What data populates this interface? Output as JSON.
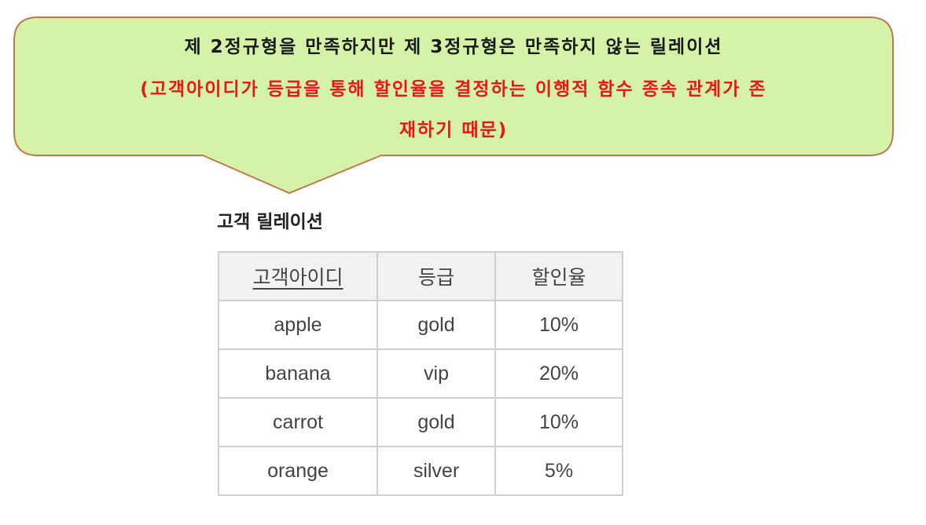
{
  "callout": {
    "line1": "제 2정규형을 만족하지만 제 3정규형은 만족하지 않는 릴레이션",
    "line2": "(고객아이디가 등급을 통해 할인율을 결정하는 이행적 함수 종속 관계가 존",
    "line3": "재하기 때문)",
    "fill_color": "#d4f3a8",
    "border_color": "#c07a4a",
    "text_color": "#1a1a1a",
    "highlight_color": "#e81818"
  },
  "relation": {
    "title": "고객 릴레이션",
    "columns": [
      "고객아이디",
      "등급",
      "할인율"
    ],
    "primary_key": "고객아이디",
    "rows": [
      [
        "apple",
        "gold",
        "10%"
      ],
      [
        "banana",
        "vip",
        "20%"
      ],
      [
        "carrot",
        "gold",
        "10%"
      ],
      [
        "orange",
        "silver",
        "5%"
      ]
    ]
  }
}
